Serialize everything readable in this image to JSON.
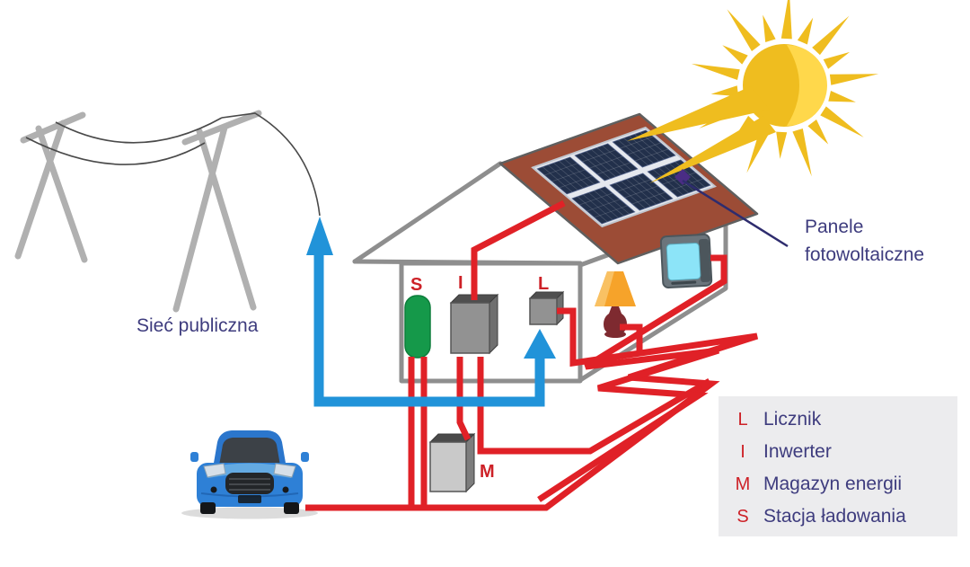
{
  "diagram": {
    "grid_label": "Sieć publiczna",
    "panels_label_line1": "Panele",
    "panels_label_line2": "fotowoltaiczne",
    "markers": {
      "charging_station": "S",
      "inverter": "I",
      "meter": "L",
      "storage": "M"
    },
    "legend": {
      "items": [
        {
          "key": "L",
          "label": "Licznik"
        },
        {
          "key": "I",
          "label": "Inwerter"
        },
        {
          "key": "M",
          "label": "Magazyn energii"
        },
        {
          "key": "S",
          "label": "Stacja ładowania"
        }
      ]
    },
    "colors": {
      "wire_red": "#e02127",
      "flow_blue": "#2193d9",
      "roof_brown": "#9c4c36",
      "sun_gold": "#efbd1f",
      "sun_highlight": "#ffd84b",
      "panel_navy": "#22304b",
      "label_navy": "#3e3c7e",
      "legend_key_red": "#cd2127",
      "station_green": "#15994a",
      "legend_bg": "#ececee",
      "house_gray": "#8e8e8e"
    }
  }
}
